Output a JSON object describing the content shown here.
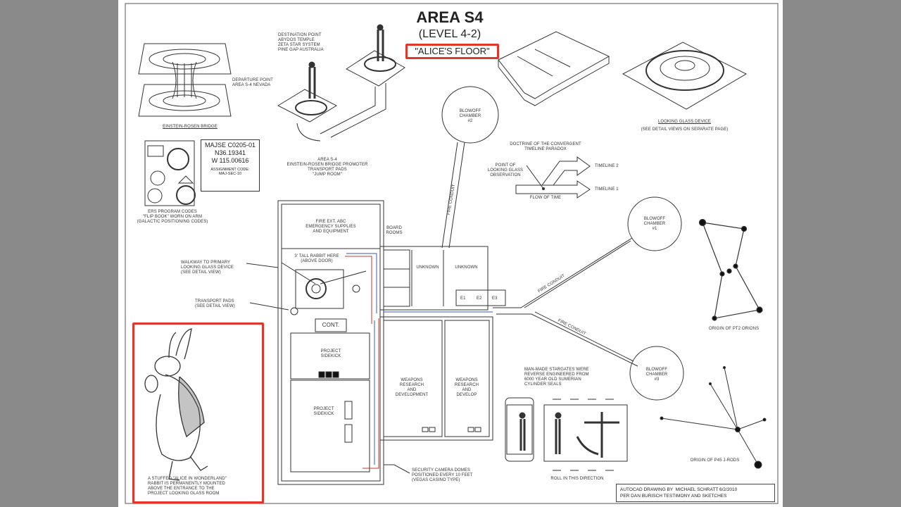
{
  "title": "AREA S4",
  "subtitle": "(LEVEL 4-2)",
  "highlight_label": "\"ALICE'S FLOOR\"",
  "colors": {
    "highlight": "#e0362c",
    "frame": "#8a8a8a",
    "camera_line_red": "#c0392b",
    "camera_line_blue": "#3b5bb5"
  },
  "labels": {
    "einstein_rosen": "EINSTEIN-ROSEN BRIDGE",
    "destination": "DESTINATION POINT\nABYDOS TEMPLE\nZETA STAR SYSTEM\nPINE GAP AUSTRALIA",
    "departure": "DEPARTURE POINT\nAREA S-4 NEVADA",
    "jump_room": "AREA S-4\nEINSTEIN-ROSEN BRIDGE PROMOTER\nTRANSPORT PADS\n\"JUMP ROOM\"",
    "looking_glass": "LOOKING GLASS DEVICE",
    "looking_glass_note": "(SEE DETAIL VIEWS ON SEPARATE PAGE)",
    "flip_book": "ERS PROGRAM CODES\n\"FLIP BOOK\" WORN ON ARM\n(GALACTIC POSITIONING CODES)",
    "coord_id": "MAJSE C0205-01",
    "coord_n": "N36.19341",
    "coord_w": "W 115.00616",
    "assignment": "ASSIGNMENT CODE:\nMAJ-SEC-10",
    "doctrine": "DOCTRINE OF THE CONVERGENT\nTIMELINE PARADOX",
    "point_of_obs": "POINT OF\nLOOKING GLASS\nOBSERVATION",
    "timeline2": "TIMELINE 2",
    "timeline1": "TIMELINE 1",
    "flow_of_time": "FLOW OF TIME",
    "blowoff2": "BLOWOFF\nCHAMBER\n#2",
    "blowoff1": "BLOWOFF\nCHAMBER\n#1",
    "blowoff3": "BLOWOFF\nCHAMBER\n#3",
    "fire_conduit": "FIRE CONDUIT",
    "orion": "ORIGIN OF PT2 ORIONS",
    "jrods": "ORIGIN OF P45 J-RODS",
    "walkway": "WALKWAY TO PRIMARY\nLOOKING GLASS DEVICE\n(SEE DETAIL VIEW)",
    "transport_pads": "TRANSPORT PADS\n(SEE DETAIL VIEW)",
    "fire_ext": "FIRE EXT. ABC\nEMERGENCY SUPPLIES\nAND EQUIPMENT",
    "board_rooms": "BOARD\nROOMS",
    "rabbit_here": "3' TALL RABBIT HERE\n(ABOVE DOOR)",
    "unknown1": "UNKNOWN",
    "unknown2": "UNKNOWN",
    "e1": "E1",
    "e2": "E2",
    "e3": "E3",
    "cont": "CONT.",
    "sidekick1": "PROJECT\nSIDEKICK",
    "sidekick2": "PROJECT\nSIDEKICK",
    "weapons1": "WEAPONS\nRESEARCH\nAND\nDEVELOPMENT",
    "weapons2": "WEAPONS\nRESEARCH\nAND\nDEVELOP",
    "security": "SECURITY CAMERA DOMES\nPOSITIONED EVERY 10 FEET\n(VEGAS CASINO TYPE)",
    "rabbit_caption": "A STUFFED \"ALICE IN WONDERLAND\"\nRABBIT IS PERMANENTLY MOUNTED\nABOVE THE ENTRANCE TO THE\nPROJECT LOOKING GLASS ROOM",
    "stargates": "MAN-MADE STARGATES WERE\nREVERSE ENGINEERED FROM\n6000 YEAR OLD SUMERIAN\nCYLINDER SEALS",
    "roll": "ROLL IN THIS DIRECTION"
  },
  "footer": "AUTOCAD DRAWING BY  MICHAEL SCHRATT 6/2/2010\nPER DAN BURISCH TESTIMONY AND SKETCHES"
}
